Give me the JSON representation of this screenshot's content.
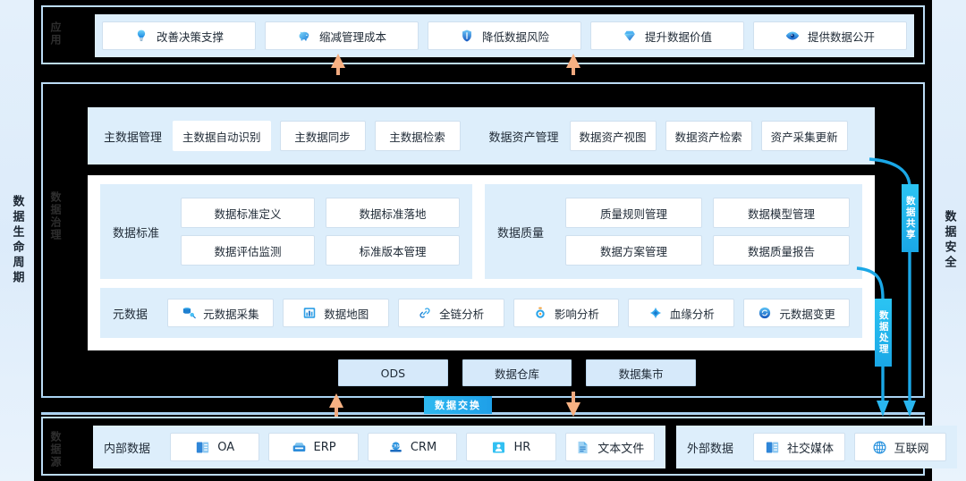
{
  "rails": {
    "left_label": "数据生命周期",
    "right_label": "数据安全"
  },
  "layers": {
    "application": {
      "label": "应用"
    },
    "governance": {
      "label": "数据治理"
    },
    "source": {
      "label": "数据源"
    }
  },
  "application": {
    "items": [
      {
        "label": "改善决策支撑",
        "icon": "lightbulb-icon"
      },
      {
        "label": "缩减管理成本",
        "icon": "piggybank-icon"
      },
      {
        "label": "降低数据风险",
        "icon": "shield-icon"
      },
      {
        "label": "提升数据价值",
        "icon": "diamond-icon"
      },
      {
        "label": "提供数据公开",
        "icon": "eye-icon"
      }
    ]
  },
  "master_data": {
    "group_label": "主数据管理",
    "items": [
      "主数据自动识别",
      "主数据同步",
      "主数据检索"
    ]
  },
  "data_asset": {
    "group_label": "数据资产管理",
    "items": [
      "数据资产视图",
      "数据资产检索",
      "资产采集更新"
    ]
  },
  "data_standard": {
    "group_label": "数据标准",
    "items": [
      "数据标准定义",
      "数据标准落地",
      "数据评估监测",
      "标准版本管理"
    ]
  },
  "data_quality": {
    "group_label": "数据质量",
    "items": [
      "质量规则管理",
      "数据模型管理",
      "数据方案管理",
      "数据质量报告"
    ]
  },
  "metadata": {
    "group_label": "元数据",
    "items": [
      {
        "label": "元数据采集",
        "icon": "database-collect-icon"
      },
      {
        "label": "数据地图",
        "icon": "map-icon"
      },
      {
        "label": "全链分析",
        "icon": "link-icon"
      },
      {
        "label": "影响分析",
        "icon": "impact-icon"
      },
      {
        "label": "血缘分析",
        "icon": "lineage-icon"
      },
      {
        "label": "元数据变更",
        "icon": "change-icon"
      }
    ]
  },
  "storage": {
    "items": [
      "ODS",
      "数据仓库",
      "数据集市"
    ]
  },
  "exchange": {
    "label": "数据交换"
  },
  "sources": {
    "internal": {
      "group_label": "内部数据",
      "items": [
        {
          "label": "OA",
          "icon": "oa-icon"
        },
        {
          "label": "ERP",
          "icon": "erp-icon"
        },
        {
          "label": "CRM",
          "icon": "crm-icon"
        },
        {
          "label": "HR",
          "icon": "hr-icon"
        },
        {
          "label": "文本文件",
          "icon": "document-icon"
        }
      ]
    },
    "external": {
      "group_label": "外部数据",
      "items": [
        {
          "label": "社交媒体",
          "icon": "social-media-icon"
        },
        {
          "label": "互联网",
          "icon": "globe-icon"
        }
      ]
    }
  },
  "flows": {
    "share_label": "数据共享",
    "process_label": "数据处理"
  },
  "colors": {
    "background": "#000000",
    "panel_border": "#bcdcf5",
    "band": "#ddeefb",
    "accent_cyan": "#1aa7e6",
    "arrow_orange": "#f7b183",
    "rail": "#e2eefb"
  }
}
